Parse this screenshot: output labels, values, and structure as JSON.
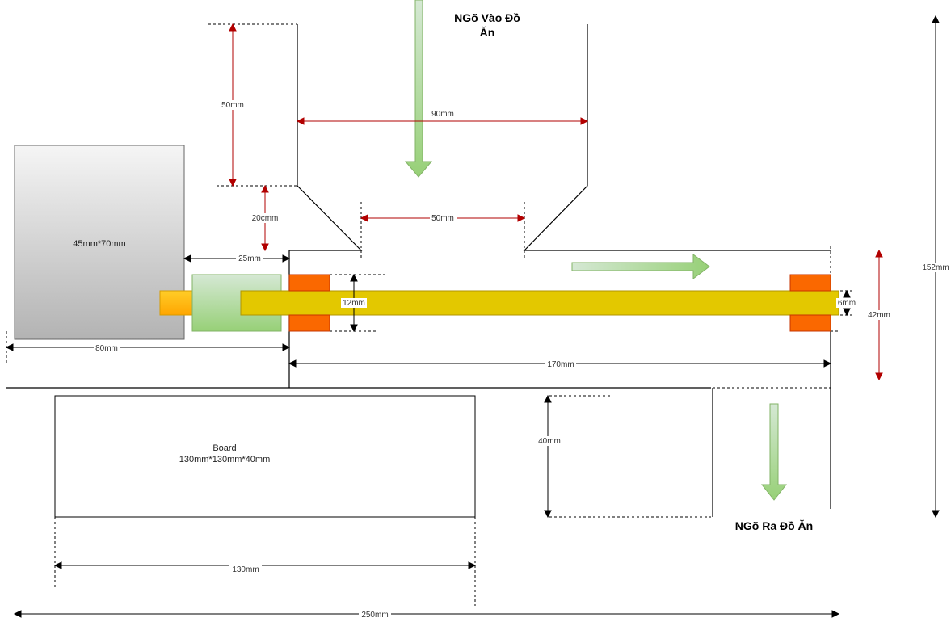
{
  "labels": {
    "inlet_title_line1": "NGõ Vào Đồ",
    "inlet_title_line2": "Ăn",
    "outlet_title": "NGõ Ra Đồ Ăn",
    "motor_size": "45mm*70mm",
    "board_name": "Board",
    "board_size": "130mm*130mm*40mm"
  },
  "dimensions": {
    "hopper_height": "50mm",
    "hopper_width": "90mm",
    "hopper_gap": "20cmm",
    "throat_width": "50mm",
    "coupling_gap": "25mm",
    "motor_to_tube": "80mm",
    "screw_height": "12mm",
    "shaft_dia": "6mm",
    "tube_height": "42mm",
    "tube_length": "170mm",
    "outlet_height": "40mm",
    "board_width": "130mm",
    "total_height": "152mm",
    "total_length": "250mm"
  },
  "colors": {
    "dim_red": "#b20000",
    "dim_black": "#000000",
    "motor_top": "#f5f5f5",
    "motor_bottom": "#b3b3b3",
    "coupling_top": "#d5e8d4",
    "coupling_bottom": "#97d077",
    "bearing": "#fa6800",
    "shaft": "#e3c800",
    "stub_top": "#ffcd28",
    "stub_bottom": "#ffa500",
    "arrow_top": "#d5e8d4",
    "arrow_bottom": "#97d077"
  }
}
